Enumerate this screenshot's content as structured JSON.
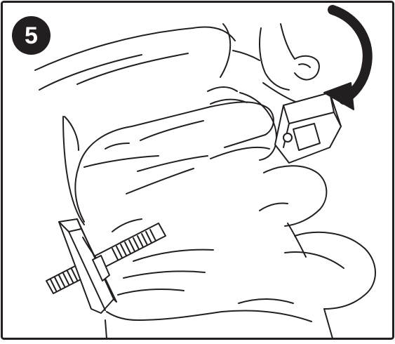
{
  "step": {
    "number": "5"
  },
  "illustration": {
    "subject": "hands-turning-threaded-clamp-screw",
    "arrow_direction": "clockwise"
  },
  "colors": {
    "ink": "#231f20",
    "background": "#ffffff",
    "badge_text": "#ffffff"
  }
}
